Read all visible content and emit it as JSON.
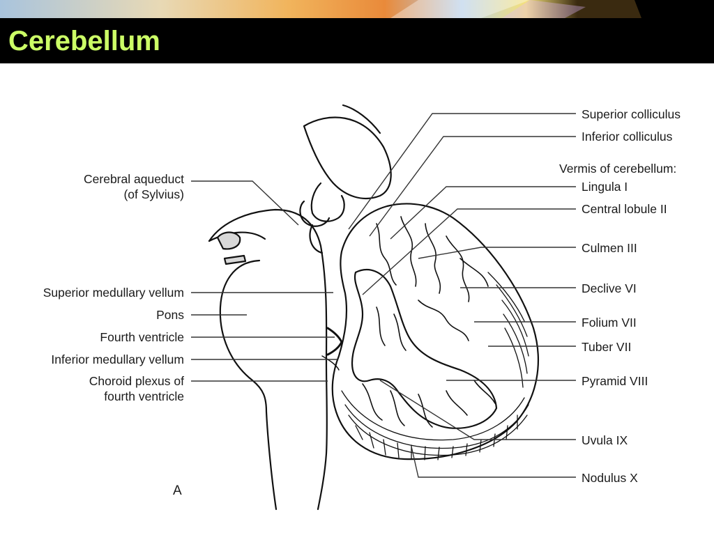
{
  "slide": {
    "title": "Cerebellum",
    "title_color": "#ccff66",
    "bar_color": "#000000"
  },
  "figure": {
    "panel_letter": "A",
    "labels_left": [
      {
        "lines": [
          "Cerebral aqueduct",
          "(of Sylvius)"
        ]
      },
      {
        "lines": [
          "Superior medullary vellum"
        ]
      },
      {
        "lines": [
          "Pons"
        ]
      },
      {
        "lines": [
          "Fourth ventricle"
        ]
      },
      {
        "lines": [
          "Inferior medullary vellum"
        ]
      },
      {
        "lines": [
          "Choroid plexus of",
          "fourth ventricle"
        ]
      }
    ],
    "labels_right": [
      {
        "text": "Superior colliculus"
      },
      {
        "text": "Inferior colliculus"
      },
      {
        "text": "Vermis of cerebellum:"
      },
      {
        "text": "Lingula I"
      },
      {
        "text": "Central lobule II"
      },
      {
        "text": "Culmen III"
      },
      {
        "text": "Declive VI"
      },
      {
        "text": "Folium VII"
      },
      {
        "text": "Tuber VII"
      },
      {
        "text": "Pyramid VIII"
      },
      {
        "text": "Uvula IX"
      },
      {
        "text": "Nodulus X"
      }
    ]
  }
}
